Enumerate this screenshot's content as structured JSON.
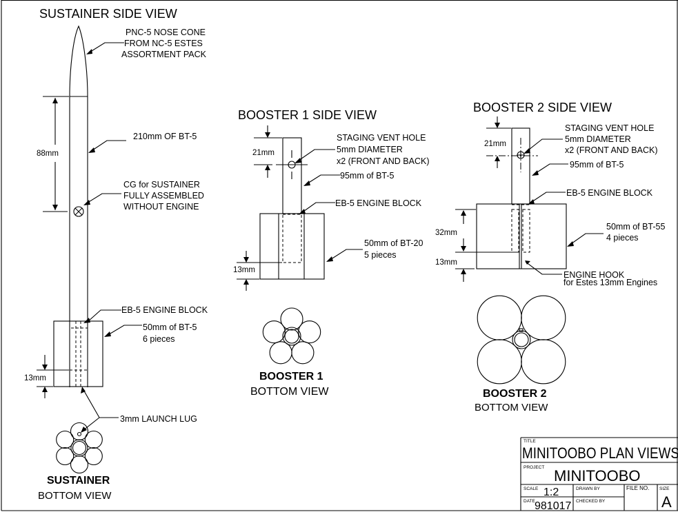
{
  "drawing": {
    "sustainer_side": {
      "title": "SUSTAINER SIDE VIEW",
      "nose_cone_note": [
        "PNC-5 NOSE CONE",
        "FROM NC-5 ESTES",
        "ASSORTMENT PACK"
      ],
      "body_tube_note": "210mm OF BT-5",
      "cg_note": [
        "CG for SUSTAINER",
        "FULLY ASSEMBLED",
        "WITHOUT ENGINE"
      ],
      "engine_block_note": "EB-5 ENGINE BLOCK",
      "pods_note": [
        "50mm of BT-5",
        "6 pieces"
      ],
      "launch_lug_note": "3mm LAUNCH LUG",
      "dim_cg": "88mm",
      "dim_engine": "13mm"
    },
    "sustainer_bottom": {
      "title_bold": "SUSTAINER",
      "title": "BOTTOM VIEW",
      "pod_count": 6
    },
    "booster1_side": {
      "title": "BOOSTER 1 SIDE VIEW",
      "vent_note": [
        "STAGING VENT HOLE",
        "5mm DIAMETER",
        "x2 (FRONT AND BACK)"
      ],
      "body_tube_note": "95mm of BT-5",
      "engine_block_note": "EB-5 ENGINE BLOCK",
      "pods_note": [
        "50mm of BT-20",
        "5 pieces"
      ],
      "dim_vent": "21mm",
      "dim_engine": "13mm"
    },
    "booster1_bottom": {
      "title_bold": "BOOSTER 1",
      "title": "BOTTOM VIEW",
      "pod_count": 5
    },
    "booster2_side": {
      "title": "BOOSTER 2 SIDE VIEW",
      "vent_note": [
        "STAGING VENT HOLE",
        "5mm DIAMETER",
        "x2 (FRONT AND BACK)"
      ],
      "body_tube_note": "95mm of BT-5",
      "engine_block_note": "EB-5 ENGINE BLOCK",
      "pods_note": [
        "50mm of BT-55",
        "4 pieces"
      ],
      "engine_hook_note": [
        "ENGINE HOOK",
        "for Estes 13mm Engines"
      ],
      "dim_vent": "21mm",
      "dim_upper": "32mm",
      "dim_engine": "13mm"
    },
    "booster2_bottom": {
      "title_bold": "BOOSTER 2",
      "title": "BOTTOM VIEW",
      "pod_count": 4
    }
  },
  "title_block": {
    "title_caption": "TITLE",
    "title": "MINITOOBO PLAN VIEWS",
    "project_caption": "PROJECT",
    "project": "MINITOOBO",
    "scale_caption": "SCALE",
    "scale": "1:2",
    "date_caption": "DATE",
    "date": "981017",
    "drawn_by_caption": "DRAWN BY",
    "drawn_by": "",
    "checked_by_caption": "CHECKED BY",
    "checked_by": "",
    "file_no_caption": "FILE NO.",
    "file_no": "",
    "size_caption": "SIZE",
    "size": "A"
  }
}
